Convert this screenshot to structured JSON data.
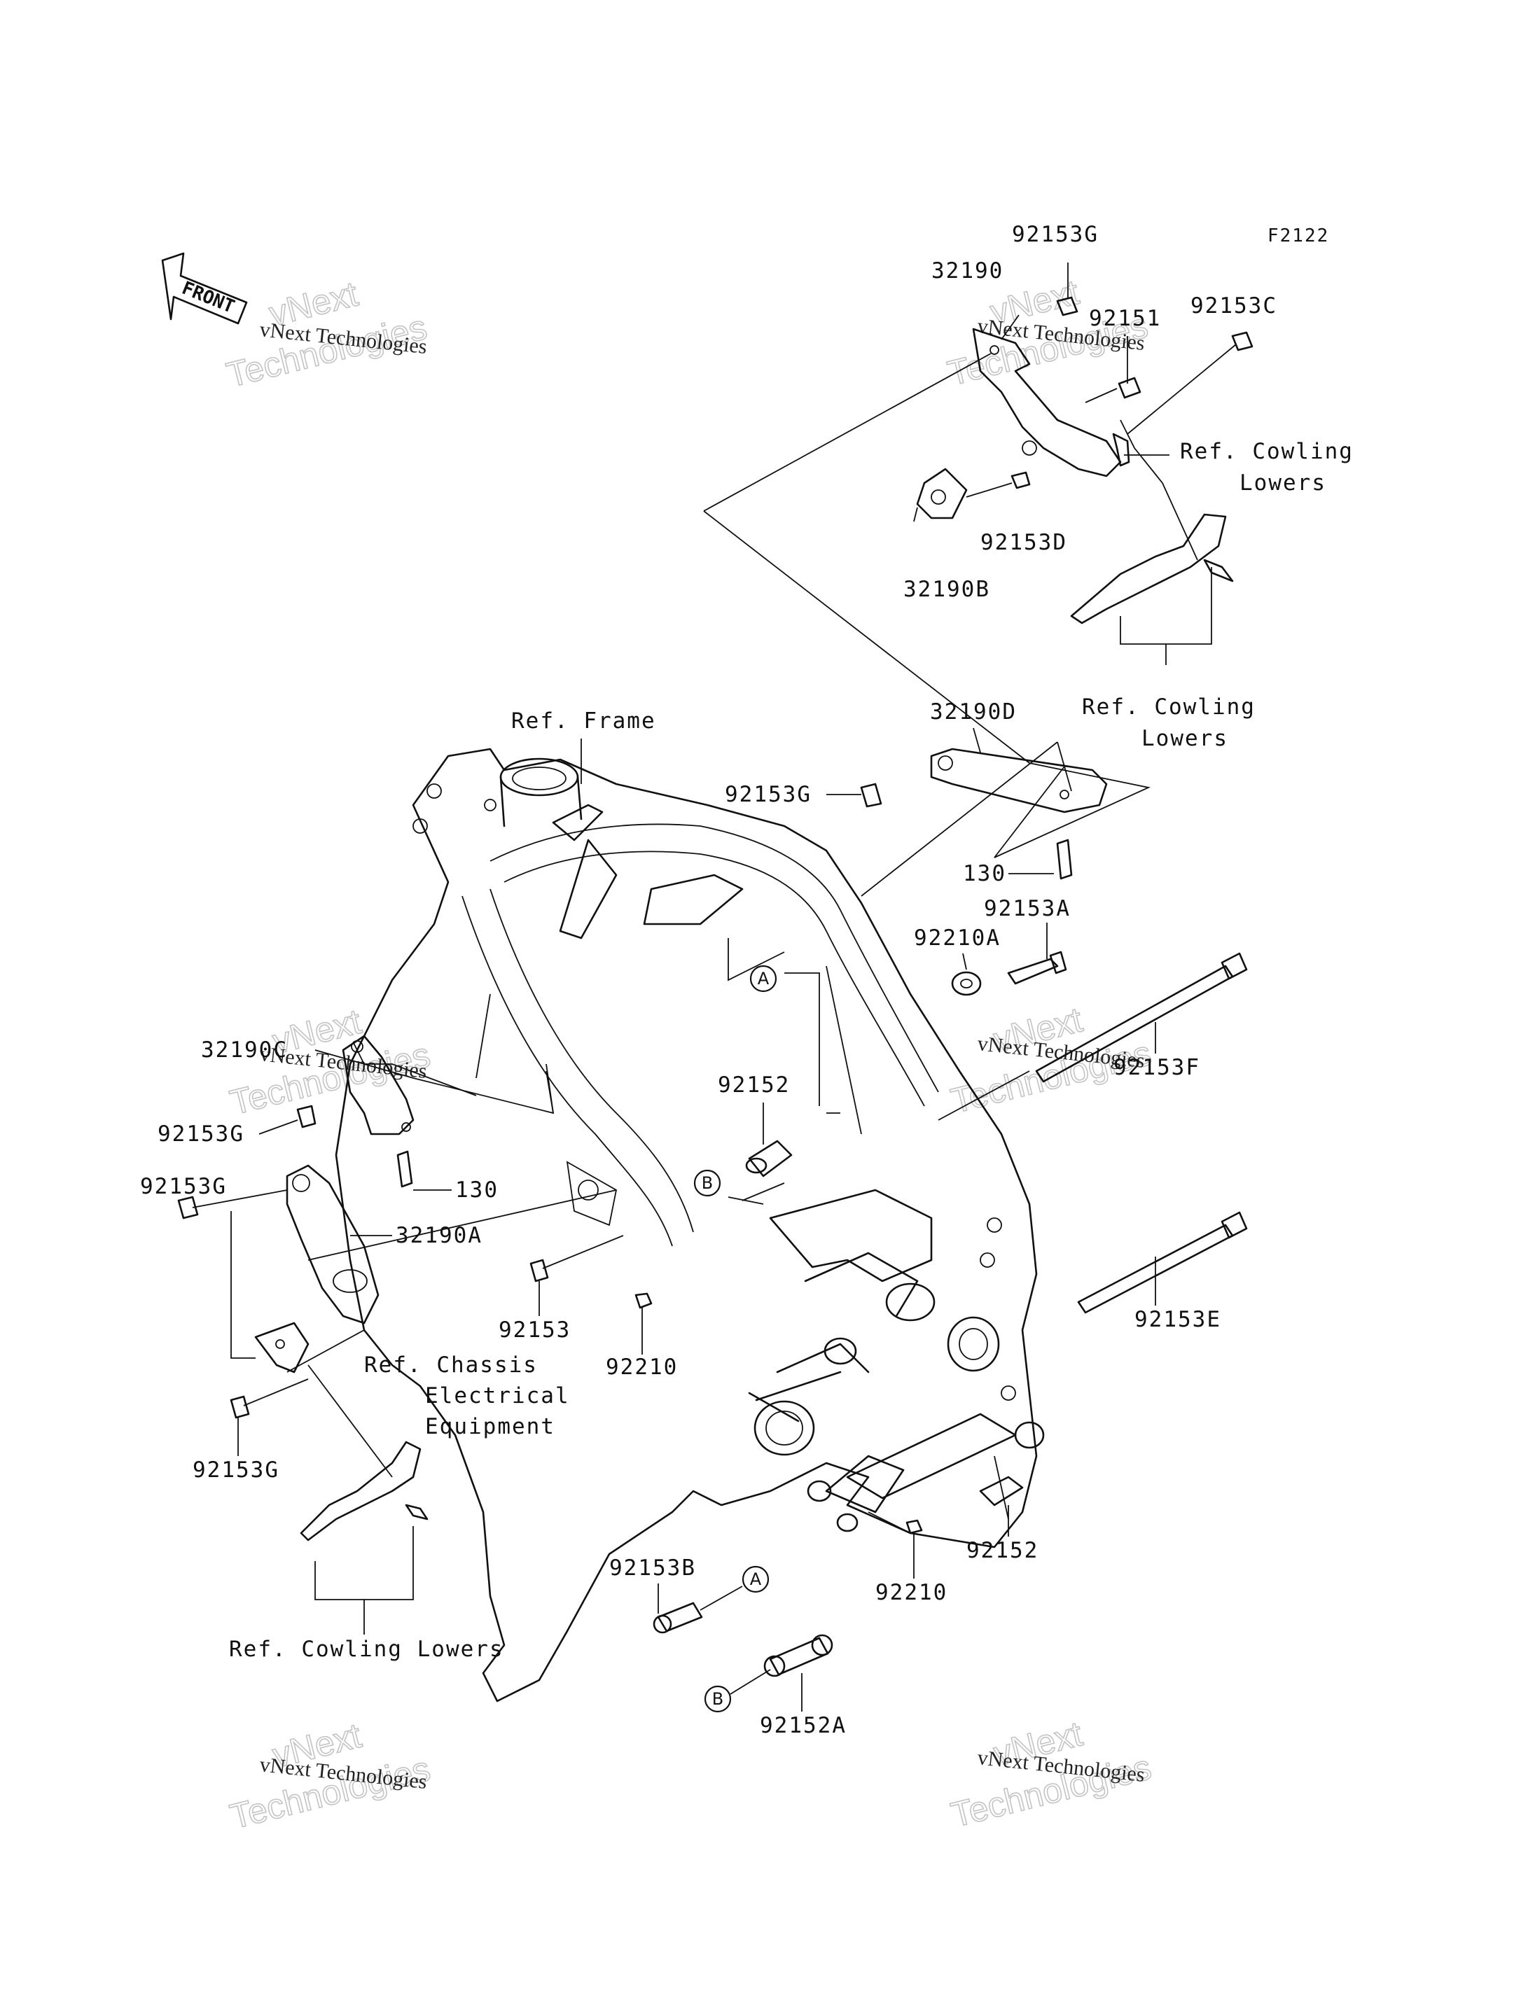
{
  "diagram": {
    "figure_code": "F2122",
    "front_label": "FRONT",
    "labels": {
      "p92153G_top": "92153G",
      "p32190": "32190",
      "p92151": "92151",
      "p92153C": "92153C",
      "ref_cowling_1_a": "Ref. Cowling",
      "ref_cowling_1_b": "Lowers",
      "p92153D": "92153D",
      "p32190B": "32190B",
      "ref_cowling_2_a": "Ref. Cowling",
      "ref_cowling_2_b": "Lowers",
      "ref_frame": "Ref. Frame",
      "p32190D": "32190D",
      "p92153G_mid": "92153G",
      "p130_top": "130",
      "p92153A": "92153A",
      "p92210A": "92210A",
      "p92153F": "92153F",
      "p32190C": "32190C",
      "p92152_mid": "92152",
      "p92153G_left1": "92153G",
      "p130_left": "130",
      "p92153G_left2": "92153G",
      "p32190A": "32190A",
      "p92153": "92153",
      "p92210_mid": "92210",
      "p92153E": "92153E",
      "ref_chassis_a": "Ref. Chassis",
      "ref_chassis_b": "Electrical",
      "ref_chassis_c": "Equipment",
      "p92153G_left3": "92153G",
      "p92152_bot": "92152",
      "p92210_bot": "92210",
      "p92153B": "92153B",
      "p92152A": "92152A",
      "ref_cowling_3": "Ref. Cowling Lowers",
      "callout_A": "A",
      "callout_B": "B"
    },
    "watermark": {
      "big_line1": "vNext",
      "big_line2": "Technologies",
      "small": "vNext Technologies"
    }
  }
}
